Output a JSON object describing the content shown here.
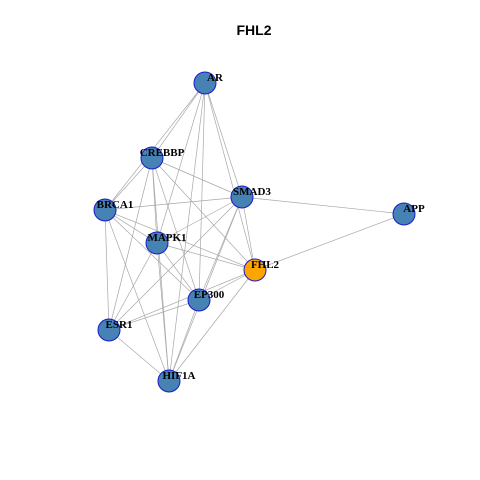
{
  "title": "FHL2",
  "colors": {
    "node_default": "#4682B4",
    "node_highlight": "#FFA500",
    "node_border": "#1a1acc",
    "edge": "#a8a8a8"
  },
  "nodes": [
    {
      "id": "AR",
      "label": "AR",
      "highlight": false
    },
    {
      "id": "CREBBP",
      "label": "CREBBP",
      "highlight": false
    },
    {
      "id": "SMAD3",
      "label": "SMAD3",
      "highlight": false
    },
    {
      "id": "BRCA1",
      "label": "BRCA1",
      "highlight": false
    },
    {
      "id": "APP",
      "label": "APP",
      "highlight": false
    },
    {
      "id": "MAPK1",
      "label": "MAPK1",
      "highlight": false
    },
    {
      "id": "FHL2",
      "label": "FHL2",
      "highlight": true
    },
    {
      "id": "EP300",
      "label": "EP300",
      "highlight": false
    },
    {
      "id": "ESR1",
      "label": "ESR1",
      "highlight": false
    },
    {
      "id": "HIF1A",
      "label": "HIF1A",
      "highlight": false
    }
  ],
  "edges": [
    [
      "AR",
      "CREBBP"
    ],
    [
      "AR",
      "SMAD3"
    ],
    [
      "AR",
      "BRCA1"
    ],
    [
      "AR",
      "MAPK1"
    ],
    [
      "AR",
      "FHL2"
    ],
    [
      "AR",
      "EP300"
    ],
    [
      "AR",
      "HIF1A"
    ],
    [
      "CREBBP",
      "SMAD3"
    ],
    [
      "CREBBP",
      "BRCA1"
    ],
    [
      "CREBBP",
      "MAPK1"
    ],
    [
      "CREBBP",
      "FHL2"
    ],
    [
      "CREBBP",
      "EP300"
    ],
    [
      "CREBBP",
      "ESR1"
    ],
    [
      "CREBBP",
      "HIF1A"
    ],
    [
      "SMAD3",
      "BRCA1"
    ],
    [
      "SMAD3",
      "MAPK1"
    ],
    [
      "SMAD3",
      "APP"
    ],
    [
      "SMAD3",
      "EP300"
    ],
    [
      "SMAD3",
      "ESR1"
    ],
    [
      "SMAD3",
      "HIF1A"
    ],
    [
      "SMAD3",
      "FHL2"
    ],
    [
      "BRCA1",
      "MAPK1"
    ],
    [
      "BRCA1",
      "ESR1"
    ],
    [
      "BRCA1",
      "EP300"
    ],
    [
      "BRCA1",
      "HIF1A"
    ],
    [
      "BRCA1",
      "FHL2"
    ],
    [
      "APP",
      "FHL2"
    ],
    [
      "MAPK1",
      "FHL2"
    ],
    [
      "MAPK1",
      "EP300"
    ],
    [
      "MAPK1",
      "ESR1"
    ],
    [
      "MAPK1",
      "HIF1A"
    ],
    [
      "FHL2",
      "EP300"
    ],
    [
      "FHL2",
      "ESR1"
    ],
    [
      "FHL2",
      "HIF1A"
    ],
    [
      "EP300",
      "ESR1"
    ],
    [
      "EP300",
      "HIF1A"
    ],
    [
      "ESR1",
      "HIF1A"
    ]
  ]
}
